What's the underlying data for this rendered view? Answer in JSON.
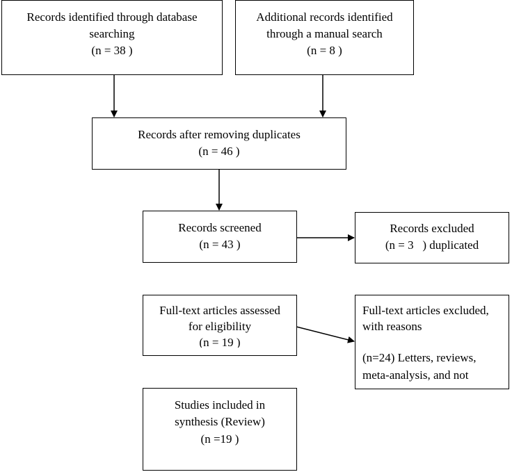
{
  "boxes": {
    "db_search": {
      "line1": "Records identified through database",
      "line2": "searching",
      "line3": "(n = 38 )"
    },
    "manual_search": {
      "line1": "Additional records identified",
      "line2": "through a manual search",
      "line3": "(n = 8 )"
    },
    "after_duplicates": {
      "line1": "Records after removing duplicates",
      "line2": "(n = 46 )"
    },
    "screened": {
      "line1": "Records screened",
      "line2": "(n = 43 )"
    },
    "excluded": {
      "line1": "Records excluded",
      "line2": "(n = 3   ) duplicated"
    },
    "fulltext_assessed": {
      "line1": "Full-text articles assessed",
      "line2": "for eligibility",
      "line3": "(n = 19 )"
    },
    "fulltext_excluded": {
      "line1": "Full-text articles excluded,",
      "line2": "with reasons",
      "line3": "(n=24) Letters, reviews,",
      "line4": "meta-analysis, and not"
    },
    "included": {
      "line1": "Studies included in",
      "line2": "synthesis (Review)",
      "line3": "(n =19 )"
    }
  }
}
